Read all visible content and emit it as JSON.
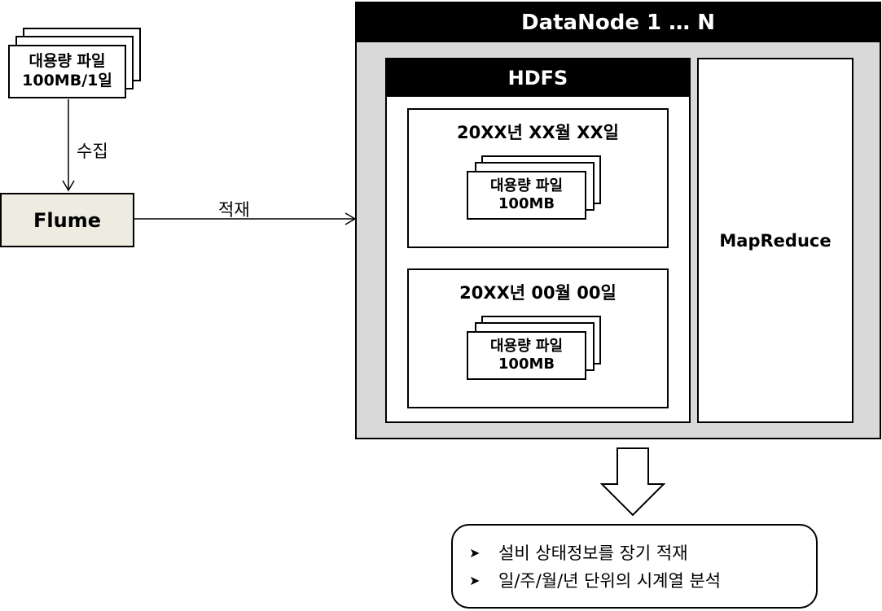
{
  "source_file": {
    "line1": "대용량 파일",
    "line2": "100MB/1일"
  },
  "collect_label": "수집",
  "flume_label": "Flume",
  "load_label": "적재",
  "datanode": {
    "title": "DataNode 1 … N",
    "hdfs": {
      "title": "HDFS",
      "partitions": [
        {
          "date": "20XX년 XX월 XX일",
          "file_line1": "대용량 파일",
          "file_line2": "100MB"
        },
        {
          "date": "20XX년 00월 00일",
          "file_line1": "대용량 파일",
          "file_line2": "100MB"
        }
      ]
    },
    "mapreduce": "MapReduce"
  },
  "summary": {
    "bullets": [
      "설비 상태정보를 장기 적재",
      "일/주/월/년 단위의 시계열 분석"
    ]
  }
}
